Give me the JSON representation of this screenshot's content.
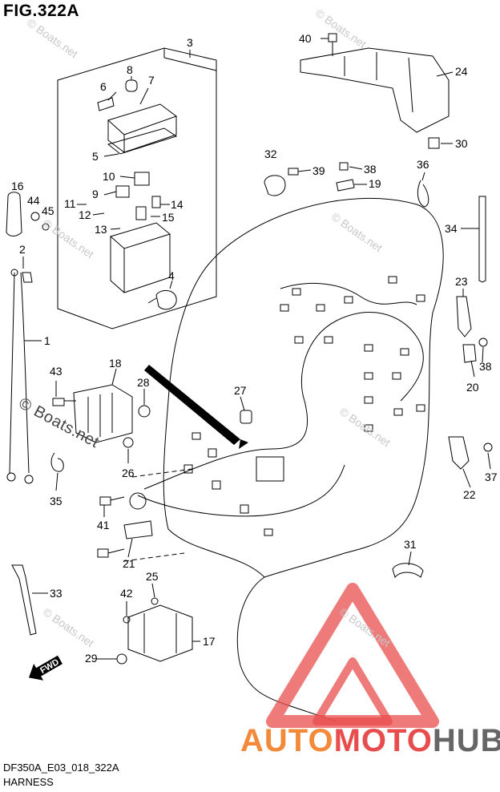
{
  "figure": {
    "title": "FIG.322A",
    "code": "DF350A_E03_018_322A",
    "name": "HARNESS"
  },
  "watermarks": {
    "main": "© Boats.net",
    "faint": "© Boats.net"
  },
  "logo": {
    "part1": "AUTO",
    "part2": "MOTO",
    "part3": "HUB",
    "colors": {
      "auto": "#f28a3a",
      "moto": "#e84d4d",
      "hub": "#666666",
      "triangle": "#e84d4d"
    }
  },
  "fwd_label": "FWD",
  "callouts": [
    {
      "n": "1"
    },
    {
      "n": "2"
    },
    {
      "n": "3"
    },
    {
      "n": "4"
    },
    {
      "n": "5"
    },
    {
      "n": "6"
    },
    {
      "n": "7"
    },
    {
      "n": "8"
    },
    {
      "n": "9"
    },
    {
      "n": "10"
    },
    {
      "n": "11"
    },
    {
      "n": "12"
    },
    {
      "n": "13"
    },
    {
      "n": "14"
    },
    {
      "n": "15"
    },
    {
      "n": "16"
    },
    {
      "n": "17"
    },
    {
      "n": "18"
    },
    {
      "n": "19"
    },
    {
      "n": "20"
    },
    {
      "n": "21"
    },
    {
      "n": "22"
    },
    {
      "n": "23"
    },
    {
      "n": "24"
    },
    {
      "n": "25"
    },
    {
      "n": "26"
    },
    {
      "n": "27"
    },
    {
      "n": "28"
    },
    {
      "n": "29"
    },
    {
      "n": "30"
    },
    {
      "n": "31"
    },
    {
      "n": "32"
    },
    {
      "n": "33"
    },
    {
      "n": "34"
    },
    {
      "n": "35"
    },
    {
      "n": "36"
    },
    {
      "n": "37"
    },
    {
      "n": "38"
    },
    {
      "n": "39"
    },
    {
      "n": "40"
    },
    {
      "n": "41"
    },
    {
      "n": "42"
    },
    {
      "n": "43"
    },
    {
      "n": "44"
    },
    {
      "n": "45"
    }
  ]
}
